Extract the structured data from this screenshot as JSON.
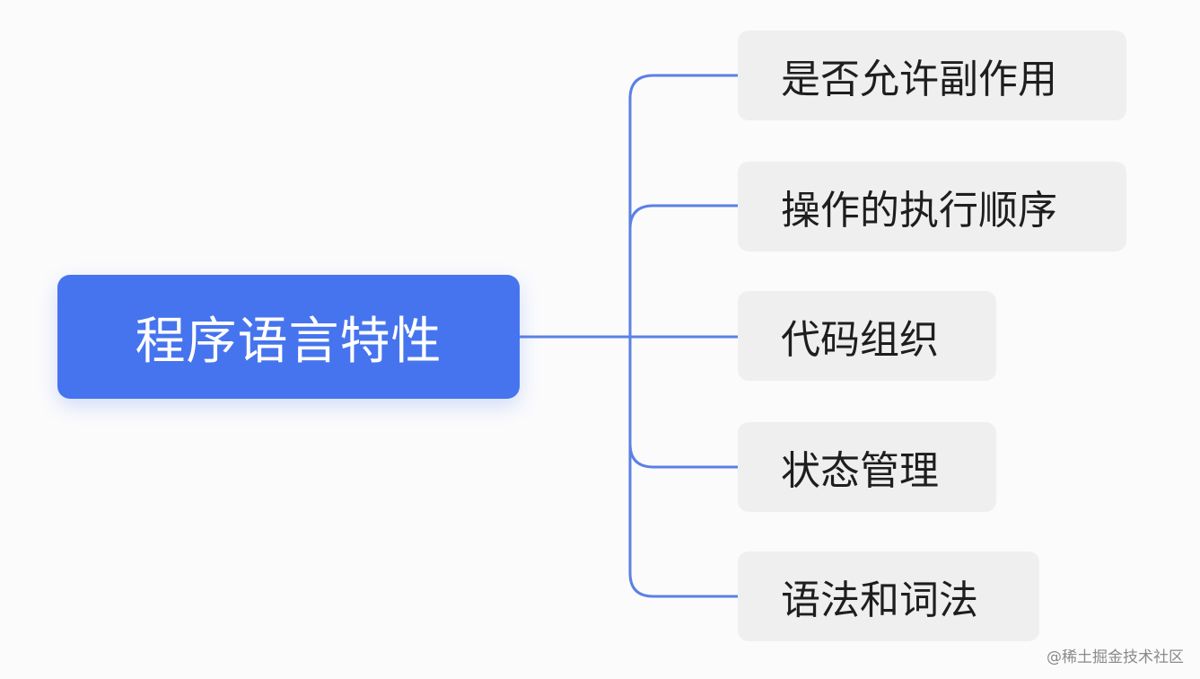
{
  "root": {
    "label": "程序语言特性",
    "color": "#4674ee"
  },
  "children": [
    {
      "label": "是否允许副作用"
    },
    {
      "label": "操作的执行顺序"
    },
    {
      "label": "代码组织"
    },
    {
      "label": "状态管理"
    },
    {
      "label": "语法和词法"
    }
  ],
  "connector_color": "#5b80e6",
  "node_background": "#efefef",
  "credit": "@稀土掘金技术社区"
}
